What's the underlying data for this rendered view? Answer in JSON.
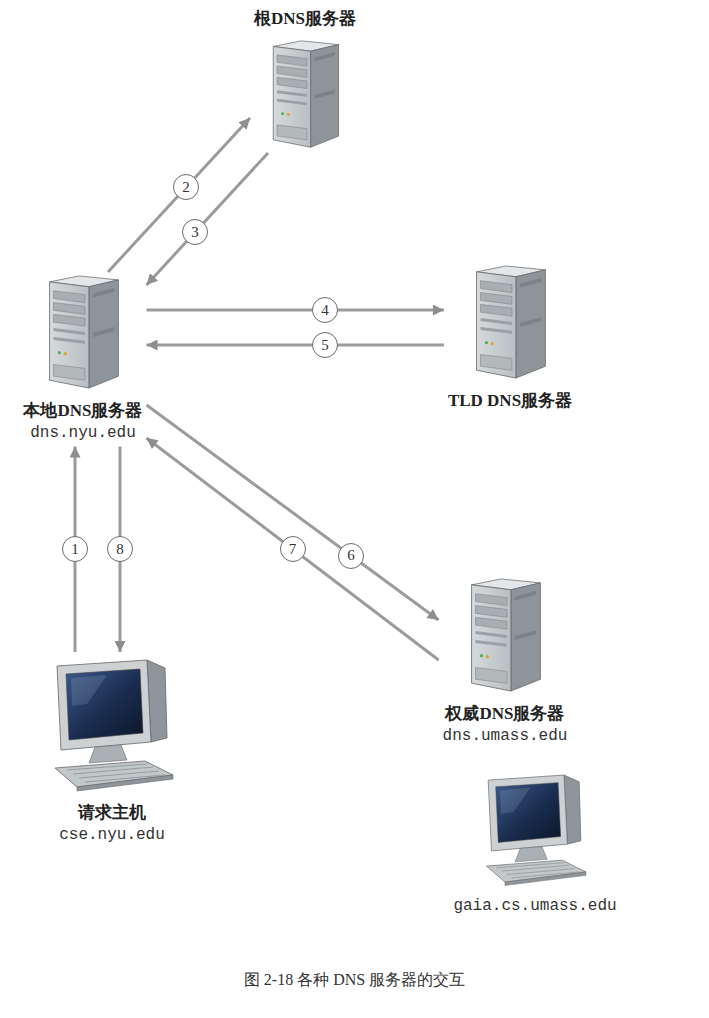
{
  "diagram": {
    "caption": "图 2-18 各种 DNS 服务器的交互",
    "nodes": [
      {
        "text": [
          "根DNS服务器"
        ]
      },
      {
        "text": [
          "本地DNS服务器",
          "dns.nyu.edu"
        ]
      },
      {
        "text": [
          "TLD DNS服务器"
        ]
      },
      {
        "text": [
          "权威DNS服务器",
          "dns.umass.edu"
        ]
      },
      {
        "text": [
          "请求主机",
          "cse.nyu.edu"
        ]
      },
      {
        "text": [
          "gaia.cs.umass.edu"
        ]
      }
    ],
    "edges": [
      {
        "from": 4,
        "to": 1,
        "arrow": "to",
        "label": "1"
      },
      {
        "from": 1,
        "to": 0,
        "arrow": "to",
        "label": "2"
      },
      {
        "from": 0,
        "to": 1,
        "arrow": "to",
        "label": "3"
      },
      {
        "from": 1,
        "to": 2,
        "arrow": "to",
        "label": "4"
      },
      {
        "from": 2,
        "to": 1,
        "arrow": "to",
        "label": "5"
      },
      {
        "from": 1,
        "to": 3,
        "arrow": "to",
        "label": "6"
      },
      {
        "from": 3,
        "to": 1,
        "arrow": "to",
        "label": "7"
      },
      {
        "from": 1,
        "to": 4,
        "arrow": "to",
        "label": "8"
      }
    ]
  }
}
